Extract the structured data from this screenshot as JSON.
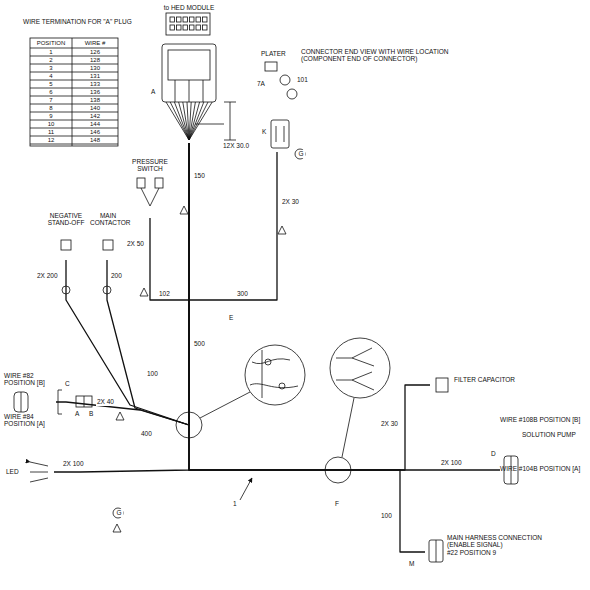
{
  "diagram": {
    "nodes": [
      {
        "text": [
          "to HED MODULE"
        ]
      },
      {
        "text": [
          "PRESSURE SWITCH"
        ]
      },
      {
        "text": [
          "K"
        ]
      },
      {
        "text": [
          "NEGATIVE STAND-OFF"
        ]
      },
      {
        "text": [
          "MAIN CONTACTOR"
        ]
      },
      {
        "text": [
          "WIRE #82 POSITION [B]",
          "WIRE #84 POSITION [A]"
        ]
      },
      {
        "text": [
          "LED"
        ]
      },
      {
        "text": [
          "FILTER CAPACITOR"
        ]
      },
      {
        "text": [
          "WIRE #108B POSITION [B]",
          "SOLUTION PUMP",
          "WIRE #104B POSITION [A]"
        ]
      },
      {
        "text": [
          "MAIN HARNESS CONNECTION (ENABLE SIGNAL)",
          "#22 POSITION 9"
        ]
      }
    ],
    "edges": [
      {
        "from": 0,
        "to": 1,
        "arrow": "none",
        "label": "2X 50"
      },
      {
        "from": 0,
        "to": 2,
        "arrow": "none",
        "label": "2X 30"
      },
      {
        "from": 0,
        "to": 3,
        "arrow": "none",
        "label": "2X 200"
      },
      {
        "from": 0,
        "to": 4,
        "arrow": "none",
        "label": "200"
      },
      {
        "from": 0,
        "to": 5,
        "arrow": "none",
        "label": "2X 40"
      },
      {
        "from": 0,
        "to": 6,
        "arrow": "none",
        "label": "2X 100"
      },
      {
        "from": 0,
        "to": 7,
        "arrow": "none",
        "label": "2X 30"
      },
      {
        "from": 0,
        "to": 8,
        "arrow": "none",
        "label": "2X 100"
      },
      {
        "from": 0,
        "to": 9,
        "arrow": "none",
        "label": "100"
      }
    ],
    "labels": [
      "WIRE TERMINATION FOR \"A\" PLUG",
      "POSITION",
      "WIRE #",
      "1",
      "126",
      "2",
      "128",
      "3",
      "130",
      "4",
      "131",
      "5",
      "133",
      "6",
      "136",
      "7",
      "138",
      "8",
      "140",
      "9",
      "142",
      "10",
      "144",
      "11",
      "146",
      "12",
      "148",
      "A",
      "12X 30.0",
      "PLATER",
      "7A",
      "101",
      "CONNECTOR END VIEW WITH WIRE LOCATION (COMPONENT END OF CONNECTOR)",
      "150",
      "102",
      "300",
      "500",
      "100",
      "400",
      "E",
      "C",
      "A",
      "B",
      "G",
      "G",
      "1",
      "D",
      "M",
      "F"
    ]
  }
}
